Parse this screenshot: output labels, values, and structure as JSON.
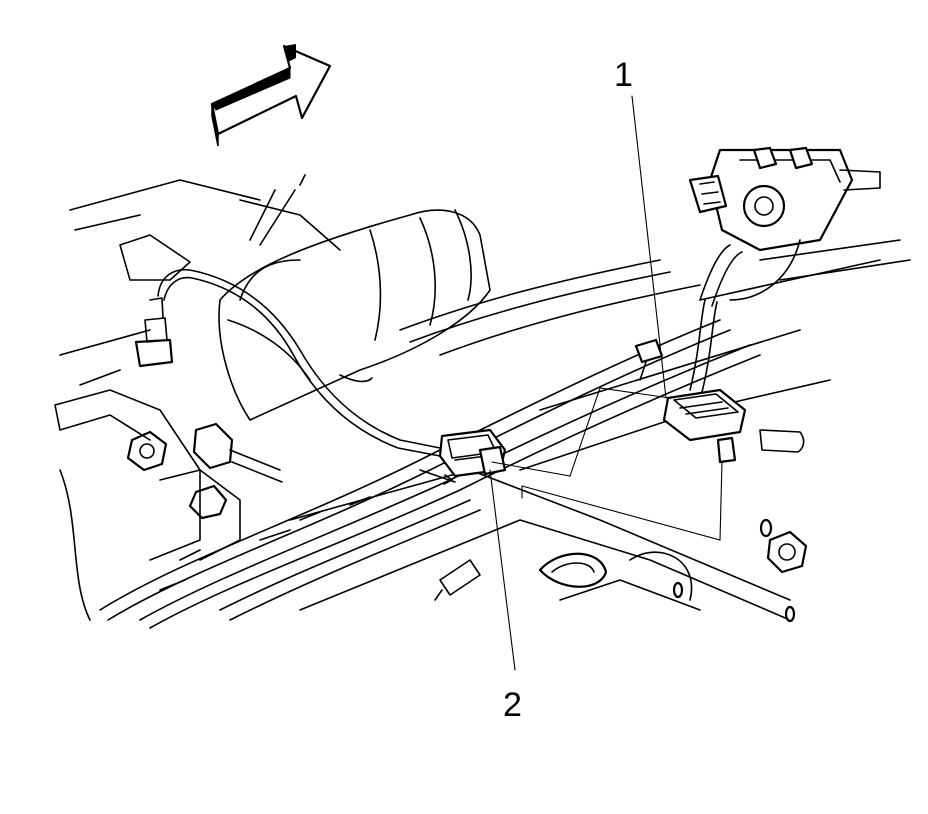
{
  "callouts": {
    "one": "1",
    "two": "2"
  },
  "parts": {
    "item_1": "sensor-connector",
    "item_2": "harness-connector"
  },
  "icons": {
    "direction": "forward-arrow-icon"
  },
  "colors": {
    "ink": "#000000",
    "paper": "#ffffff"
  }
}
